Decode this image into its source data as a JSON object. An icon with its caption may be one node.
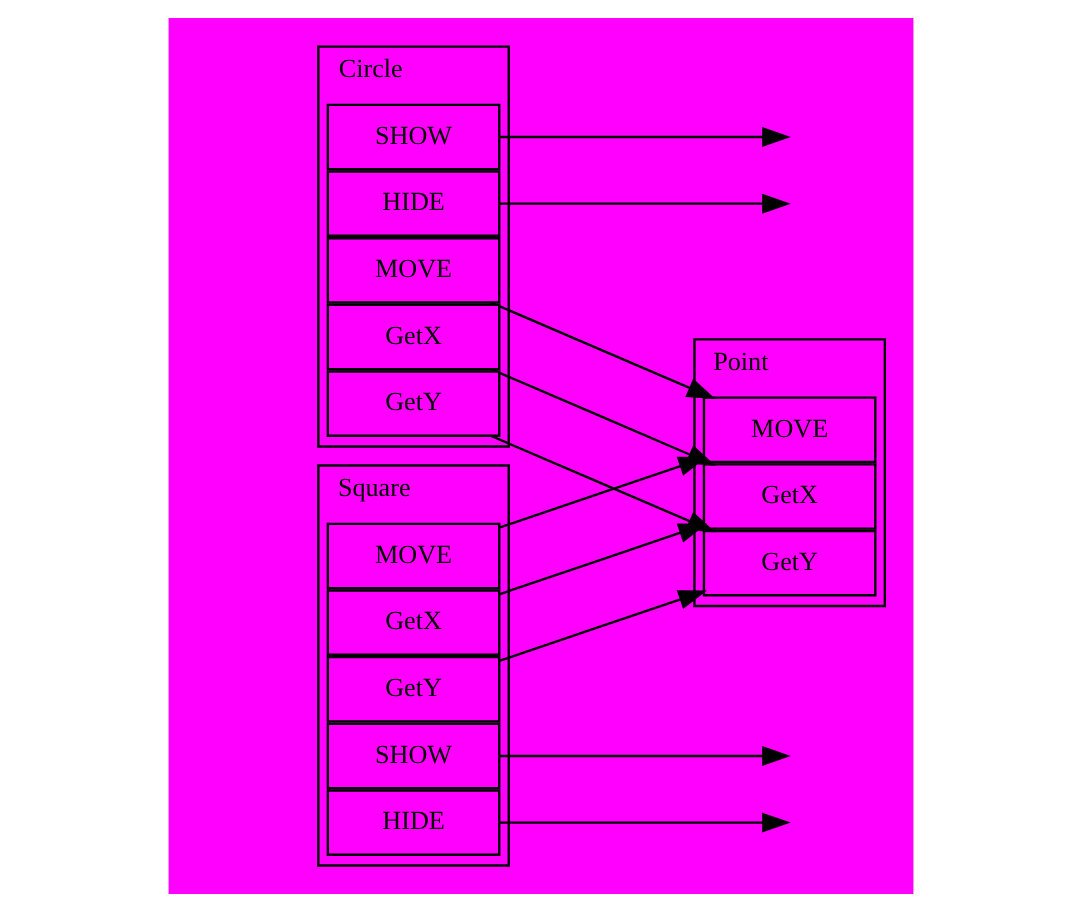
{
  "diagram": {
    "nodes": [
      {
        "text": [
          "Circle"
        ]
      },
      {
        "text": [
          "MOVE"
        ],
        "in": 0
      },
      {
        "text": [
          "GetX"
        ],
        "in": 0
      },
      {
        "text": [
          "GetY"
        ],
        "in": 0
      },
      {
        "text": [
          "SHOW"
        ],
        "in": 0
      },
      {
        "text": [
          "HIDE"
        ],
        "in": 0
      },
      {
        "text": [
          "Point"
        ]
      },
      {
        "text": [
          "MOVE"
        ],
        "in": 6
      },
      {
        "text": [
          "GetX"
        ],
        "in": 6
      },
      {
        "text": [
          "GetY"
        ],
        "in": 6
      },
      {
        "text": [
          "Square"
        ]
      },
      {
        "text": [
          "MOVE"
        ],
        "in": 10
      },
      {
        "text": [
          "GetX"
        ],
        "in": 10
      },
      {
        "text": [
          "GetY"
        ],
        "in": 10
      },
      {
        "text": [
          "SHOW"
        ],
        "in": 10
      },
      {
        "text": [
          "HIDE"
        ],
        "in": 10
      }
    ],
    "edges": [
      {
        "from": 1,
        "to": 7,
        "arrow": "to"
      },
      {
        "from": 2,
        "to": 8,
        "arrow": "to"
      },
      {
        "from": 3,
        "to": 9,
        "arrow": "to"
      },
      {
        "from": 4,
        "to": null,
        "arrow": "to"
      },
      {
        "from": 5,
        "to": null,
        "arrow": "to"
      },
      {
        "from": 11,
        "to": 7,
        "arrow": "to"
      },
      {
        "from": 12,
        "to": 8,
        "arrow": "to"
      },
      {
        "from": 13,
        "to": 9,
        "arrow": "to"
      },
      {
        "from": 14,
        "to": null,
        "arrow": "to"
      },
      {
        "from": 15,
        "to": null,
        "arrow": "to"
      }
    ]
  }
}
